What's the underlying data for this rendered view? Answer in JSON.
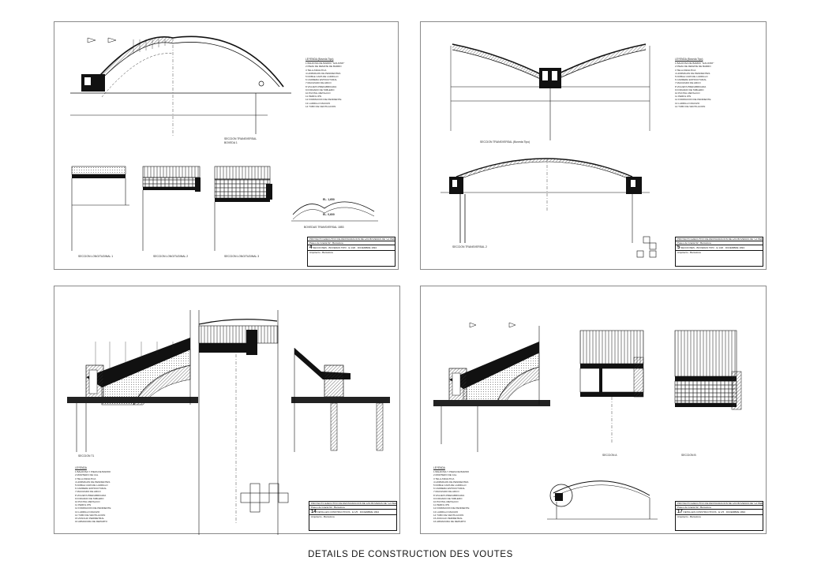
{
  "caption": "DETAILS DE CONSTRUCTION DES VOUTES",
  "sheets": [
    {
      "legend_title": "LEYENDA (Boveda Tipo)",
      "legend_items": [
        "1 BALDOSA DE BARRO \"GALIANO\"",
        "2 PIEZA DE REMATE DE BARRO",
        "3 TELA ASFALTICA",
        "4 HORMIGON DE PENDIENTES",
        "5 DOBLE CAPA DE LADRILLO",
        "6 CARRERA ESTRUCTURAL",
        "7 MACIZADO DE ARCO",
        "8 VIGUETA PREFABRICADA",
        "9 FORJADO DE TABLERO",
        "10 PUNTAL METALICO",
        "11 PERFIL IPN",
        "12 FORMACION DE PENDIENTE",
        "13 LADRILLO MACIZO",
        "14 TUBO DE VENTILACION"
      ],
      "labels": [
        "SECCION TRANSVERSAL",
        "BOVEDA 1",
        "SECCION LONGITUDINAL 1",
        "SECCION LONGITUDINAL 2",
        "SECCION LONGITUDINAL 3",
        "BOVEDAS TRANSVERSAL 1853"
      ],
      "level_labels": [
        "EL. 1,650",
        "EL. 0,600"
      ],
      "title_block": [
        "PROYECTO EJECUTIVO DE RESTAURACION DE LAS BOVEDAS DE \"LA PEDRERA\"",
        "Paseo de Gracia 92 - Barcelona",
        "4",
        "SECCIONES - BOVEDAS TIPO",
        "E 1/20",
        "DICIEMBRE 1994",
        "Arquitecto - Barcelona"
      ]
    },
    {
      "legend_title": "LEYENDA (Boveda Tipo)",
      "legend_items": [
        "1 BALDOSA DE BARRO \"GALIANO\"",
        "2 PIEZA DE REMATE DE BARRO",
        "3 TELA ASFALTICA",
        "4 HORMIGON DE PENDIENTES",
        "5 DOBLE CAPA DE LADRILLO",
        "6 CARRERA ESTRUCTURAL",
        "7 MACIZADO DE ARCO",
        "8 VIGUETA PREFABRICADA",
        "9 FORJADO DE TABLERO",
        "10 PUNTAL METALICO",
        "11 PERFIL IPN",
        "12 FORMACION DE PENDIENTE",
        "13 LADRILLO MACIZO",
        "14 TUBO DE VENTILACION"
      ],
      "labels": [
        "SECCION TRANSVERSAL (Boveda Tipo)",
        "SECCION TRANSVERSAL 2"
      ],
      "title_block": [
        "PROYECTO EJECUTIVO DE RESTAURACION DE LAS BOVEDAS DE \"LA PEDRERA\"",
        "Paseo de Gracia 92 - Barcelona",
        "5",
        "SECCIONES - BOVEDAS TIPO",
        "E 1/20",
        "DICIEMBRE 1994",
        "Arquitecto - Barcelona"
      ]
    },
    {
      "legend_title": "LEYENDA",
      "legend_items": [
        "1 BALDOSA Y PIEZA DE BARRO",
        "2 MORTERO DE CAL",
        "3 TELA ASFALTICA",
        "4 HORMIGON DE PENDIENTES",
        "5 DOBLE CAPA DE LADRILLO",
        "6 CARRERA ESTRUCTURAL",
        "7 MACIZADO DE ARCO",
        "8 VIGUETA PREFABRICADA",
        "9 FORJADO DE TABLERO",
        "10 PUNTAL METALICO",
        "11 PERFIL IPN",
        "12 FORMACION DE PENDIENTE",
        "13 LADRILLO MACIZO",
        "14 TUBO DE VENTILACION",
        "15 ZUNCHO PERIMETRAL",
        "16 ARMADURA DE REPARTO"
      ],
      "labels": [
        "SECCION T1"
      ],
      "title_block": [
        "PROYECTO EJECUTIVO DE RESTAURACION DE LAS BOVEDAS DE \"LA PEDRERA\"",
        "Paseo de Gracia 92 - Barcelona",
        "14",
        "DETALLES CONSTRUCTIVOS",
        "E 1/5",
        "DICIEMBRE 1994",
        "Arquitecto - Barcelona"
      ]
    },
    {
      "legend_title": "LEYENDA",
      "legend_items": [
        "1 BALDOSA Y PIEZA DE BARRO",
        "2 MORTERO DE CAL",
        "3 TELA ASFALTICA",
        "4 HORMIGON DE PENDIENTES",
        "5 DOBLE CAPA DE LADRILLO",
        "6 CARRERA ESTRUCTURAL",
        "7 MACIZADO DE ARCO",
        "8 VIGUETA PREFABRICADA",
        "9 FORJADO DE TABLERO",
        "10 PUNTAL METALICO",
        "11 PERFIL IPN",
        "12 FORMACION DE PENDIENTE",
        "13 LADRILLO MACIZO",
        "14 TUBO DE VENTILACION",
        "15 ZUNCHO PERIMETRAL",
        "16 ARMADURA DE REPARTO"
      ],
      "labels": [
        "SECCION A",
        "SECCION B"
      ],
      "title_block": [
        "PROYECTO EJECUTIVO DE RESTAURACION DE LAS BOVEDAS DE \"LA PEDRERA\"",
        "Paseo de Gracia 92 - Barcelona",
        "17",
        "DETALLES CONSTRUCTIVOS",
        "E 1/5",
        "DICIEMBRE 1994",
        "Arquitecto - Barcelona"
      ]
    }
  ]
}
